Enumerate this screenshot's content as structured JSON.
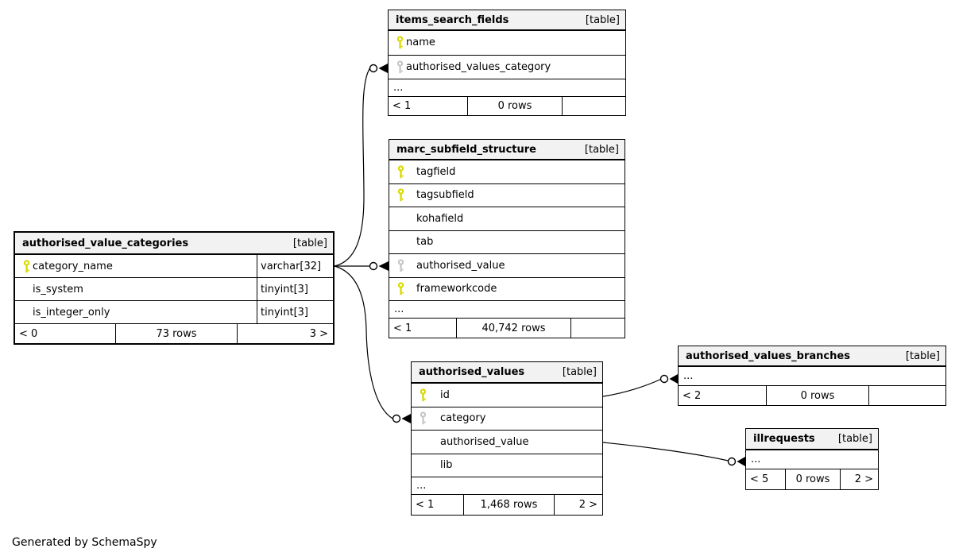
{
  "diagram": {
    "generated_by": "Generated by SchemaSpy",
    "colors": {
      "primary_key_icon": "#d9d900",
      "foreign_key_icon": "#c6c6c6",
      "header_bg": "#f2f2f2",
      "border": "#000000",
      "background": "#ffffff"
    },
    "tables": {
      "items_search_fields": {
        "title": "items_search_fields",
        "badge": "[table]",
        "columns": [
          {
            "name": "name",
            "key": "primary"
          },
          {
            "name": "authorised_values_category",
            "key": "foreign"
          }
        ],
        "ellipsis": "...",
        "footer": {
          "parents": "< 1",
          "rows": "0 rows",
          "children": ""
        }
      },
      "marc_subfield_structure": {
        "title": "marc_subfield_structure",
        "badge": "[table]",
        "columns": [
          {
            "name": "tagfield",
            "key": "primary"
          },
          {
            "name": "tagsubfield",
            "key": "primary"
          },
          {
            "name": "kohafield",
            "key": ""
          },
          {
            "name": "tab",
            "key": ""
          },
          {
            "name": "authorised_value",
            "key": "foreign"
          },
          {
            "name": "frameworkcode",
            "key": "primary"
          }
        ],
        "ellipsis": "...",
        "footer": {
          "parents": "< 1",
          "rows": "40,742 rows",
          "children": ""
        }
      },
      "authorised_value_categories": {
        "title": "authorised_value_categories",
        "badge": "[table]",
        "columns": [
          {
            "name": "category_name",
            "type": "varchar[32]",
            "key": "primary"
          },
          {
            "name": "is_system",
            "type": "tinyint[3]",
            "key": ""
          },
          {
            "name": "is_integer_only",
            "type": "tinyint[3]",
            "key": ""
          }
        ],
        "footer": {
          "parents": "< 0",
          "rows": "73 rows",
          "children": "3 >"
        }
      },
      "authorised_values": {
        "title": "authorised_values",
        "badge": "[table]",
        "columns": [
          {
            "name": "id",
            "key": "primary"
          },
          {
            "name": "category",
            "key": "foreign"
          },
          {
            "name": "authorised_value",
            "key": ""
          },
          {
            "name": "lib",
            "key": ""
          }
        ],
        "ellipsis": "...",
        "footer": {
          "parents": "< 1",
          "rows": "1,468 rows",
          "children": "2 >"
        }
      },
      "authorised_values_branches": {
        "title": "authorised_values_branches",
        "badge": "[table]",
        "ellipsis": "...",
        "footer": {
          "parents": "< 2",
          "rows": "0 rows",
          "children": ""
        }
      },
      "illrequests": {
        "title": "illrequests",
        "badge": "[table]",
        "ellipsis": "...",
        "footer": {
          "parents": "< 5",
          "rows": "0 rows",
          "children": "2 >"
        }
      }
    },
    "relationships": [
      {
        "from_table": "authorised_value_categories",
        "from_column": "category_name",
        "to_table": "items_search_fields",
        "to_column": "authorised_values_category"
      },
      {
        "from_table": "authorised_value_categories",
        "from_column": "category_name",
        "to_table": "marc_subfield_structure",
        "to_column": "authorised_value"
      },
      {
        "from_table": "authorised_value_categories",
        "from_column": "category_name",
        "to_table": "authorised_values",
        "to_column": "category"
      },
      {
        "from_table": "authorised_values",
        "from_column": "id",
        "to_table": "authorised_values_branches"
      },
      {
        "from_table": "authorised_values",
        "from_column": "authorised_value",
        "to_table": "illrequests"
      }
    ]
  }
}
